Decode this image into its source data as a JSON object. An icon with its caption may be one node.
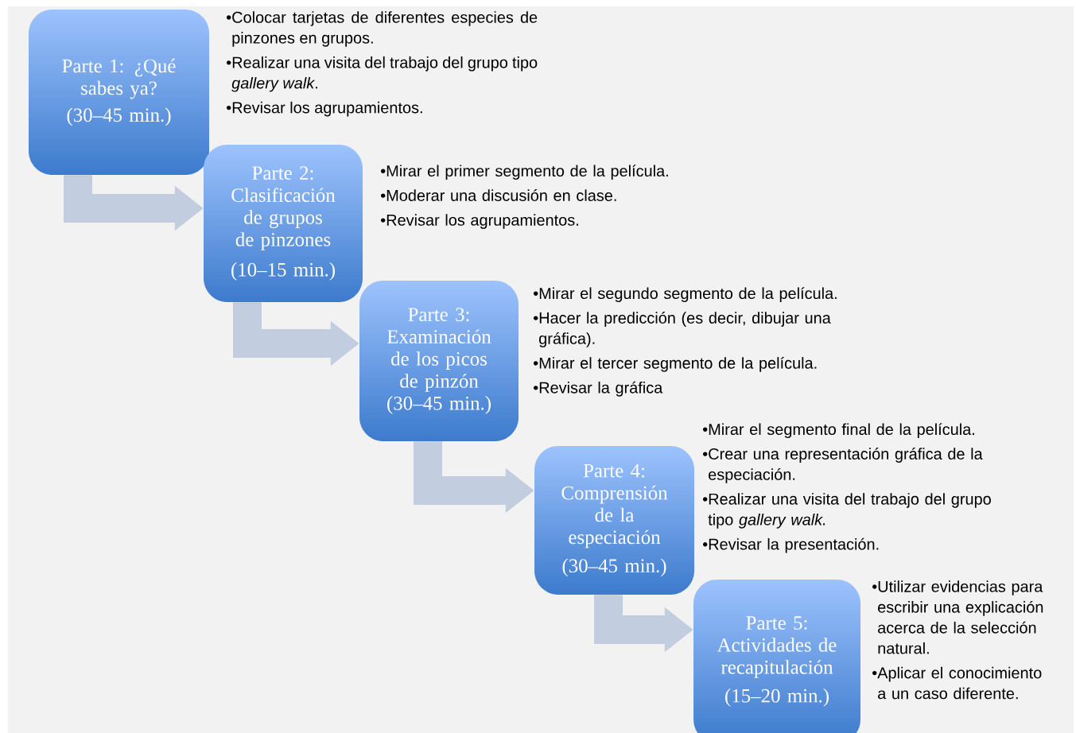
{
  "diagram": {
    "nodes": [
      {
        "text": [
          "Parte 1: ¿Qué sabes ya?",
          "(30–45 min.)"
        ],
        "beside": [
          "•Colocar tarjetas de diferentes especies de pinzones en grupos.",
          "•Realizar una visita del trabajo del grupo tipo *gallery walk*.",
          "•Revisar los agrupamientos."
        ]
      },
      {
        "text": [
          "Parte 2: Clasificación de grupos de pinzones",
          "(10–15 min.)"
        ],
        "beside": [
          "•Mirar el primer segmento de la película.",
          "•Moderar una discusión en clase.",
          "•Revisar los agrupamientos."
        ]
      },
      {
        "text": [
          "Parte 3: Examinación de los picos de pinzón",
          "(30–45 min.)"
        ],
        "beside": [
          "•Mirar el segundo segmento de la película.",
          "•Hacer la predicción (es decir, dibujar una gráfica).",
          "•Mirar el tercer segmento de la película.",
          "•Revisar la gráfica"
        ]
      },
      {
        "text": [
          "Parte 4: Comprensión de la especiación",
          "(30–45 min.)"
        ],
        "beside": [
          "•Mirar el segmento final de la película.",
          "•Crear una representación gráfica de la especiación.",
          "•Realizar una visita del trabajo del grupo tipo *gallery walk.*",
          "•Revisar la presentación."
        ]
      },
      {
        "text": [
          "Parte 5: Actividades de recapitulación",
          "(15–20 min.)"
        ],
        "beside": [
          "•Utilizar evidencias para escribir una explicación acerca de la selección natural.",
          "•Aplicar el conocimiento a un caso diferente."
        ]
      }
    ],
    "edges": [
      {
        "from": 0,
        "to": 1,
        "arrow": "to"
      },
      {
        "from": 1,
        "to": 2,
        "arrow": "to"
      },
      {
        "from": 2,
        "to": 3,
        "arrow": "to"
      },
      {
        "from": 3,
        "to": 4,
        "arrow": "to"
      }
    ]
  }
}
